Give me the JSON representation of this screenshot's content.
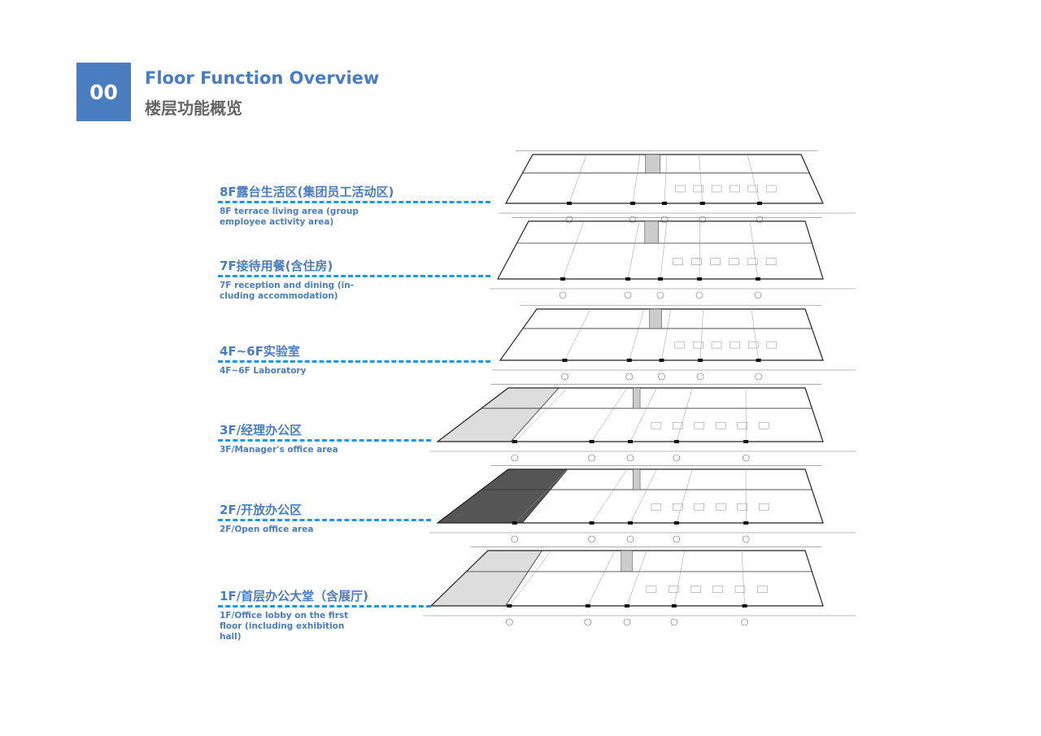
{
  "header": {
    "number": "00",
    "title_en": "Floor Function Overview",
    "title_zh": "楼层功能概览"
  },
  "floors": [
    {
      "zh": "8F露台生活区(集团员工活动区)",
      "en": "8F terrace living area (group employee activity area)"
    },
    {
      "zh": "7F接待用餐(含住房)",
      "en": "7F reception and dining (in-cluding accommodation)"
    },
    {
      "zh": "4F~6F实验室",
      "en": "4F~6F Laboratory"
    },
    {
      "zh": "3F/经理办公区",
      "en": "3F/Manager's office area"
    },
    {
      "zh": "2F/开放办公区",
      "en": "2F/Open office area"
    },
    {
      "zh": "1F/首层办公大堂（含展厅)",
      "en": "1F/Office lobby on the first floor (including exhibition hall)"
    }
  ],
  "colors": {
    "accent": "#4a7dbf",
    "dash": "#1a9ae0"
  }
}
